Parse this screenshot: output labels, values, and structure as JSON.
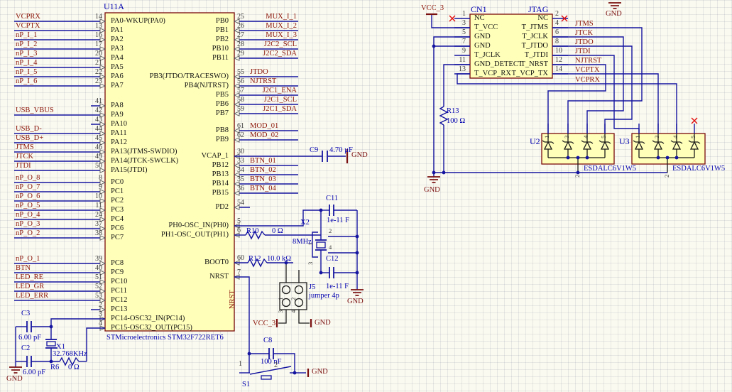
{
  "mcu": {
    "designator": "U11A",
    "part_note": "STMicroelectronics STM32F722RET6",
    "left_pins": [
      {
        "num": "14",
        "name": "PA0-WKUP(PA0)",
        "net": "VCPRX",
        "group": 0,
        "wire": "full"
      },
      {
        "num": "13",
        "name": "PA1",
        "net": "VCPTX",
        "group": 0,
        "wire": "full"
      },
      {
        "num": "16",
        "name": "PA2",
        "net": "nP_I_1",
        "group": 0,
        "wire": "full"
      },
      {
        "num": "17",
        "name": "PA3",
        "net": "nP_I_2",
        "group": 0,
        "wire": "full"
      },
      {
        "num": "20",
        "name": "PA4",
        "net": "nP_I_3",
        "group": 0,
        "wire": "full"
      },
      {
        "num": "21",
        "name": "PA5",
        "net": "nP_I_4",
        "group": 0,
        "wire": "full"
      },
      {
        "num": "22",
        "name": "PA6",
        "net": "nP_I_5",
        "group": 0,
        "wire": "full"
      },
      {
        "num": "23",
        "name": "PA7",
        "net": "nP_I_6",
        "group": 0,
        "wire": "full"
      },
      {
        "num": "41",
        "name": "PA8",
        "net": "",
        "group": 1,
        "wire": "stub"
      },
      {
        "num": "42",
        "name": "PA9",
        "net": "USB_VBUS",
        "group": 1,
        "wire": "full"
      },
      {
        "num": "43",
        "name": "PA10",
        "net": "",
        "group": 1,
        "wire": "stub"
      },
      {
        "num": "44",
        "name": "PA11",
        "net": "USB_D-",
        "group": 1,
        "wire": "full"
      },
      {
        "num": "45",
        "name": "PA12",
        "net": "USB_D+",
        "group": 1,
        "wire": "full"
      },
      {
        "num": "46",
        "name": "PA13(JTMS-SWDIO)",
        "net": "JTMS",
        "group": 1,
        "wire": "full"
      },
      {
        "num": "49",
        "name": "PA14(JTCK-SWCLK)",
        "net": "JTCK",
        "group": 1,
        "wire": "full"
      },
      {
        "num": "50",
        "name": "PA15(JTDI)",
        "net": "JTDI",
        "group": 1,
        "wire": "full"
      },
      {
        "num": "8",
        "name": "PC0",
        "net": "nP_O_8",
        "group": 2,
        "wire": "full"
      },
      {
        "num": "9",
        "name": "PC1",
        "net": "nP_O_7",
        "group": 2,
        "wire": "full"
      },
      {
        "num": "10",
        "name": "PC2",
        "net": "nP_O_6",
        "group": 2,
        "wire": "full"
      },
      {
        "num": "11",
        "name": "PC3",
        "net": "nP_O_5",
        "group": 2,
        "wire": "full"
      },
      {
        "num": "24",
        "name": "PC4",
        "net": "nP_O_4",
        "group": 2,
        "wire": "full"
      },
      {
        "num": "37",
        "name": "PC6",
        "net": "nP_O_3",
        "group": 2,
        "wire": "full"
      },
      {
        "num": "38",
        "name": "PC7",
        "net": "nP_O_2",
        "group": 2,
        "wire": "full"
      },
      {
        "num": "39",
        "name": "PC8",
        "net": "nP_O_1",
        "group": 3,
        "wire": "full"
      },
      {
        "num": "40",
        "name": "PC9",
        "net": "BTN",
        "group": 3,
        "wire": "full"
      },
      {
        "num": "51",
        "name": "PC10",
        "net": "LED_RE",
        "group": 3,
        "wire": "full"
      },
      {
        "num": "52",
        "name": "PC11",
        "net": "LED_GR",
        "group": 3,
        "wire": "full"
      },
      {
        "num": "53",
        "name": "PC12",
        "net": "LED_ERR",
        "group": 3,
        "wire": "full"
      },
      {
        "num": "2",
        "name": "PC13",
        "net": "",
        "group": 3,
        "wire": "stub"
      },
      {
        "num": "3",
        "name": "PC14-OSC32_IN(PC14)",
        "net": "",
        "group": 3,
        "wire": "none"
      },
      {
        "num": "4",
        "name": "PC15-OSC32_OUT(PC15)",
        "net": "",
        "group": 3,
        "wire": "none"
      }
    ],
    "right_pins": [
      {
        "num": "25",
        "name": "PB0",
        "net": "MUX_I_1",
        "group": 0,
        "wire": "full",
        "align": "right"
      },
      {
        "num": "26",
        "name": "PB1",
        "net": "MUX_I_2",
        "group": 0,
        "wire": "full",
        "align": "right"
      },
      {
        "num": "27",
        "name": "PB2",
        "net": "MUX_I_3",
        "group": 0,
        "wire": "full",
        "align": "right"
      },
      {
        "num": "28",
        "name": "PB10",
        "net": "J2C2_SCL",
        "group": 0,
        "wire": "full",
        "align": "right"
      },
      {
        "num": "29",
        "name": "PB11",
        "net": "J2C2_SDA",
        "group": 0,
        "wire": "full",
        "align": "right"
      },
      {
        "num": "55",
        "name": "PB3(JTDO/TRACESWO)",
        "net": "JTDO",
        "group": 1,
        "wire": "full",
        "align": "left"
      },
      {
        "num": "56",
        "name": "PB4(NJTRST)",
        "net": "NJTRST",
        "group": 1,
        "wire": "full",
        "align": "left"
      },
      {
        "num": "57",
        "name": "PB5",
        "net": "J2C1_ENA",
        "group": 1,
        "wire": "full",
        "align": "right"
      },
      {
        "num": "58",
        "name": "PB6",
        "net": "J2C1_SCL",
        "group": 1,
        "wire": "full",
        "align": "right"
      },
      {
        "num": "59",
        "name": "PB7",
        "net": "J2C1_SDA",
        "group": 1,
        "wire": "full",
        "align": "right"
      },
      {
        "num": "61",
        "name": "PB8",
        "net": "MOD_01",
        "group": 2,
        "wire": "full",
        "align": "left"
      },
      {
        "num": "62",
        "name": "PB9",
        "net": "MOD_02",
        "group": 2,
        "wire": "full",
        "align": "left"
      },
      {
        "num": "30",
        "name": "VCAP_1",
        "net": "",
        "group": 3,
        "wire": "none"
      },
      {
        "num": "33",
        "name": "PB12",
        "net": "BTN_01",
        "group": 3,
        "wire": "full",
        "align": "left"
      },
      {
        "num": "34",
        "name": "PB13",
        "net": "BTN_02",
        "group": 3,
        "wire": "full",
        "align": "left"
      },
      {
        "num": "35",
        "name": "PB14",
        "net": "BTN_03",
        "group": 3,
        "wire": "full",
        "align": "left"
      },
      {
        "num": "36",
        "name": "PB15",
        "net": "BTN_04",
        "group": 3,
        "wire": "full",
        "align": "left"
      },
      {
        "num": "54",
        "name": "PD2",
        "net": "",
        "group": 4,
        "wire": "stub"
      },
      {
        "num": "5",
        "name": "PH0-OSC_IN(PH0)",
        "net": "",
        "group": 5,
        "wire": "none"
      },
      {
        "num": "6",
        "name": "PH1-OSC_OUT(PH1)",
        "net": "",
        "group": 5,
        "wire": "none"
      },
      {
        "num": "60",
        "name": "BOOT0",
        "net": "",
        "group": 6,
        "wire": "none"
      },
      {
        "num": "7",
        "name": "NRST",
        "net": "",
        "group": 7,
        "wire": "none"
      }
    ]
  },
  "jtag": {
    "designator": "CN1",
    "title": "JTAG",
    "left_pins": [
      {
        "num": "1",
        "name": "NC"
      },
      {
        "num": "3",
        "name": "T_VCC"
      },
      {
        "num": "5",
        "name": "GND"
      },
      {
        "num": "7",
        "name": "GND"
      },
      {
        "num": "9",
        "name": "T_JCLK"
      },
      {
        "num": "11",
        "name": "GND_DETECT"
      },
      {
        "num": "13",
        "name": "T_VCP_RX"
      }
    ],
    "right_pins": [
      {
        "num": "2",
        "name": "NC",
        "net": ""
      },
      {
        "num": "4",
        "name": "T_JTMS",
        "net": "JTMS"
      },
      {
        "num": "6",
        "name": "T_JCLK",
        "net": "JTCK"
      },
      {
        "num": "8",
        "name": "T_JTDO",
        "net": "JTDO"
      },
      {
        "num": "10",
        "name": "T_JTDI",
        "net": "JTDI"
      },
      {
        "num": "12",
        "name": "T_NRST",
        "net": "NJTRST"
      },
      {
        "num": "14",
        "name": "T_VCP_TX",
        "net": "VCPTX"
      }
    ],
    "return_net": "VCPRX"
  },
  "esd": {
    "u2": {
      "designator": "U2",
      "part": "ESDALC6V1W5",
      "pins_top": [
        "1",
        "3",
        "4",
        "5"
      ],
      "pin_bottom": "2"
    },
    "u3": {
      "designator": "U3",
      "part": "ESDALC6V1W5",
      "pins_top": [
        "1",
        "3",
        "4",
        "5"
      ],
      "pin_bottom": "2"
    }
  },
  "passives": {
    "C2": {
      "ref": "C2",
      "value": "6.00 pF"
    },
    "C3": {
      "ref": "C3",
      "value": "6.00 pF"
    },
    "C8": {
      "ref": "C8",
      "value": "100 nF"
    },
    "C9": {
      "ref": "C9",
      "value": "4.70 µF"
    },
    "C11": {
      "ref": "C11",
      "value": "1e-11 F"
    },
    "C12": {
      "ref": "C12",
      "value": "1e-11 F"
    },
    "R6": {
      "ref": "R6",
      "value": "0 Ω"
    },
    "R10": {
      "ref": "R10",
      "value": "0 Ω"
    },
    "R12": {
      "ref": "R12",
      "value": "10.0 kΩ"
    },
    "R13": {
      "ref": "R13",
      "value": "100 Ω"
    },
    "X1": {
      "ref": "X1",
      "value": "32.768KHz",
      "pins": [
        "1",
        "2",
        "3",
        "4"
      ]
    },
    "X2": {
      "ref": "X2",
      "value": "8MHz",
      "pins": [
        "1",
        "2",
        "3",
        "4"
      ]
    },
    "J5": {
      "ref": "J5",
      "value": "jumper 4p",
      "pins": [
        "1",
        "2",
        "3",
        "4"
      ]
    },
    "S1": {
      "ref": "S1",
      "pins": [
        "1",
        "2"
      ]
    }
  },
  "power": {
    "vcc": "VCC_3",
    "gnd": "GND"
  },
  "nets": {
    "nrst": "NRST"
  },
  "colors": {
    "background": "#FBFAF0",
    "component_fill": "#FFFFBA",
    "component_border": "#7A0A0A",
    "wire": "#1414A0",
    "net_label": "#8B1408",
    "designator": "#0202B0",
    "pin_number": "#3A3A3A",
    "no_erc_marker": "#E01010"
  }
}
